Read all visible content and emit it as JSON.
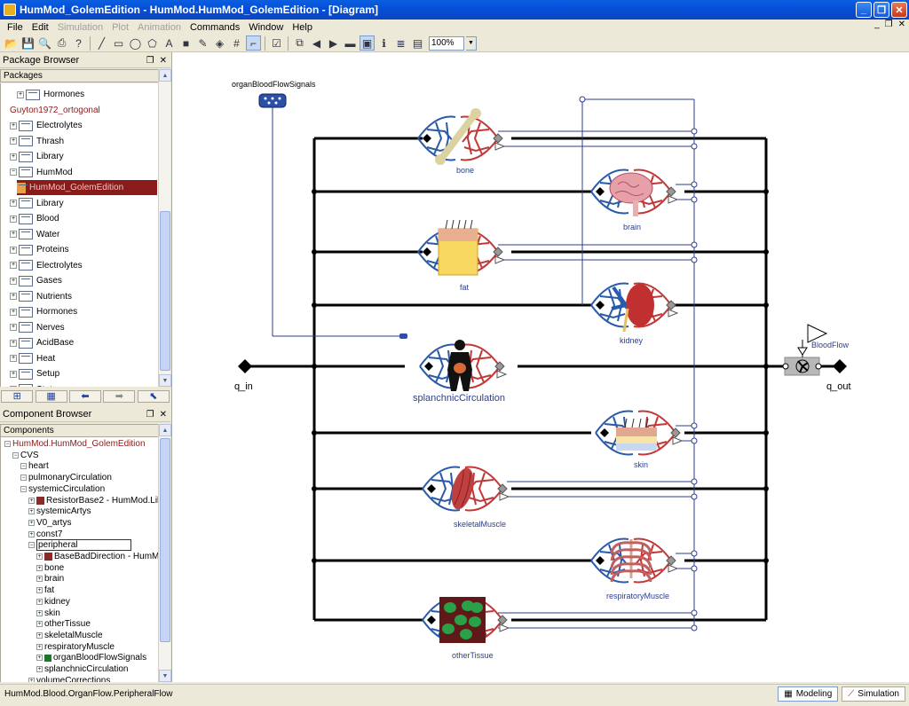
{
  "window": {
    "title": "HumMod_GolemEdition - HumMod.HumMod_GolemEdition - [Diagram]"
  },
  "menu": [
    {
      "label": "File",
      "enabled": true
    },
    {
      "label": "Edit",
      "enabled": true
    },
    {
      "label": "Simulation",
      "enabled": false
    },
    {
      "label": "Plot",
      "enabled": false
    },
    {
      "label": "Animation",
      "enabled": false
    },
    {
      "label": "Commands",
      "enabled": true
    },
    {
      "label": "Window",
      "enabled": true
    },
    {
      "label": "Help",
      "enabled": true
    }
  ],
  "toolbar": {
    "zoom": "100%"
  },
  "package_browser": {
    "title": "Package Browser",
    "header": "Packages",
    "items": [
      {
        "label": "Hormones",
        "indent": 1,
        "selected": false,
        "highlight": false
      },
      {
        "label": "Guyton1972_ortogonal",
        "indent": 0,
        "selected": false,
        "highlight": true
      },
      {
        "label": "Electrolytes",
        "indent": 0,
        "selected": false,
        "highlight": false
      },
      {
        "label": "Thrash",
        "indent": 0,
        "selected": false,
        "highlight": false
      },
      {
        "label": "Library",
        "indent": 0,
        "selected": false,
        "highlight": false
      },
      {
        "label": "HumMod",
        "indent": 0,
        "selected": false,
        "highlight": false
      },
      {
        "label": "HumMod_GolemEdition",
        "indent": 1,
        "selected": true,
        "highlight": false
      },
      {
        "label": "Library",
        "indent": 0,
        "selected": false,
        "highlight": false
      },
      {
        "label": "Blood",
        "indent": 0,
        "selected": false,
        "highlight": false
      },
      {
        "label": "Water",
        "indent": 0,
        "selected": false,
        "highlight": false
      },
      {
        "label": "Proteins",
        "indent": 0,
        "selected": false,
        "highlight": false
      },
      {
        "label": "Electrolytes",
        "indent": 0,
        "selected": false,
        "highlight": false
      },
      {
        "label": "Gases",
        "indent": 0,
        "selected": false,
        "highlight": false
      },
      {
        "label": "Nutrients",
        "indent": 0,
        "selected": false,
        "highlight": false
      },
      {
        "label": "Hormones",
        "indent": 0,
        "selected": false,
        "highlight": false
      },
      {
        "label": "Nerves",
        "indent": 0,
        "selected": false,
        "highlight": false
      },
      {
        "label": "AcidBase",
        "indent": 0,
        "selected": false,
        "highlight": false
      },
      {
        "label": "Heat",
        "indent": 0,
        "selected": false,
        "highlight": false
      },
      {
        "label": "Setup",
        "indent": 0,
        "selected": false,
        "highlight": false
      },
      {
        "label": "Status",
        "indent": 0,
        "selected": false,
        "highlight": false
      }
    ]
  },
  "component_browser": {
    "title": "Component Browser",
    "header": "Components",
    "items": [
      {
        "label": "HumMod.HumMod_GolemEdition",
        "indent": 0,
        "highlight": true
      },
      {
        "label": "CVS",
        "indent": 1,
        "highlight": false
      },
      {
        "label": "heart",
        "indent": 2,
        "highlight": false
      },
      {
        "label": "pulmonaryCirculation",
        "indent": 2,
        "highlight": false
      },
      {
        "label": "systemicCirculation",
        "indent": 2,
        "highlight": false
      },
      {
        "label": "ResistorBase2 - HumMod.Libr...",
        "indent": 3,
        "highlight": false
      },
      {
        "label": "systemicArtys",
        "indent": 3,
        "highlight": false
      },
      {
        "label": "V0_artys",
        "indent": 3,
        "highlight": false
      },
      {
        "label": "const7",
        "indent": 3,
        "highlight": false
      },
      {
        "label": "peripheral",
        "indent": 3,
        "highlight": false,
        "boxed": true
      },
      {
        "label": "BaseBadDirection - HumMo...",
        "indent": 4,
        "highlight": false
      },
      {
        "label": "bone",
        "indent": 4,
        "highlight": false
      },
      {
        "label": "brain",
        "indent": 4,
        "highlight": false
      },
      {
        "label": "fat",
        "indent": 4,
        "highlight": false
      },
      {
        "label": "kidney",
        "indent": 4,
        "highlight": false
      },
      {
        "label": "skin",
        "indent": 4,
        "highlight": false
      },
      {
        "label": "otherTissue",
        "indent": 4,
        "highlight": false
      },
      {
        "label": "skeletalMuscle",
        "indent": 4,
        "highlight": false
      },
      {
        "label": "respiratoryMuscle",
        "indent": 4,
        "highlight": false
      },
      {
        "label": "organBloodFlowSignals",
        "indent": 4,
        "highlight": false
      },
      {
        "label": "splanchnicCirculation",
        "indent": 4,
        "highlight": false
      },
      {
        "label": "volumeCorrections",
        "indent": 3,
        "highlight": false
      }
    ]
  },
  "diagram": {
    "bus_label": "organBloodFlowSignals",
    "q_in": "q_in",
    "q_out": "q_out",
    "flow_label": "BloodFlow",
    "organs": [
      {
        "label": "bone",
        "icon": "bone-icon"
      },
      {
        "label": "brain",
        "icon": "brain-icon"
      },
      {
        "label": "fat",
        "icon": "fat-tissue-icon"
      },
      {
        "label": "kidney",
        "icon": "kidney-icon"
      },
      {
        "label": "splanchnicCirculation",
        "icon": "torso-icon"
      },
      {
        "label": "skin",
        "icon": "skin-icon"
      },
      {
        "label": "skeletalMuscle",
        "icon": "muscle-icon"
      },
      {
        "label": "respiratoryMuscle",
        "icon": "ribcage-icon"
      },
      {
        "label": "otherTissue",
        "icon": "cells-icon"
      }
    ]
  },
  "status": {
    "path": "HumMod.Blood.OrganFlow.PeripheralFlow",
    "modeling_label": "Modeling",
    "simulation_label": "Simulation"
  }
}
